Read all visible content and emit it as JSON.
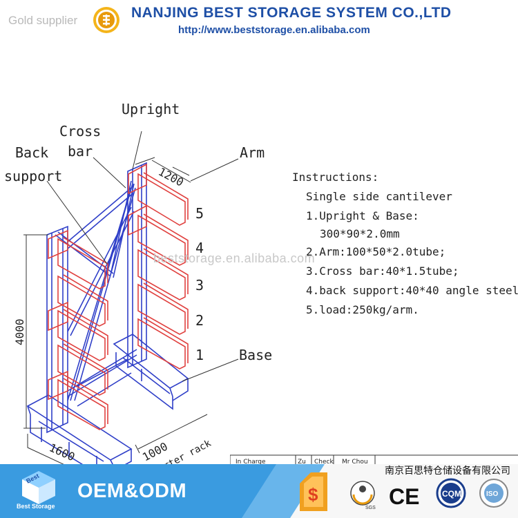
{
  "header": {
    "gold_supplier": "Gold supplier",
    "company": "NANJING BEST STORAGE SYSTEM CO.,LTD",
    "url": "http://www.beststorage.en.alibaba.com"
  },
  "drawing": {
    "labels": {
      "upright": "Upright",
      "cross": "Cross",
      "bar": "bar",
      "back": "Back",
      "support": "support",
      "arm": "Arm",
      "base": "Base",
      "dim_1200": "1200",
      "dim_4000": "4000",
      "dim_1600": "1600",
      "dim_1000": "1000",
      "side_text": "orter rack"
    },
    "levels": [
      "5",
      "4",
      "3",
      "2",
      "1"
    ]
  },
  "instructions": {
    "title": "Instructions:",
    "subtitle": "Single side cantilever",
    "items": [
      "1.Upright & Base:",
      "300*90*2.0mm",
      "2.Arm:100*50*2.0tube;",
      "3.Cross bar:40*1.5tube;",
      "4.back support:40*40 angle steel",
      "5.load:250kg/arm."
    ]
  },
  "watermark": "beststorage.en.alibaba.com",
  "title_block": {
    "col1": "In Charge",
    "col2": "Zu",
    "col3": "Check",
    "col4": "Mr Chou",
    "cn_company": "南京百思特仓储设备有限公司"
  },
  "footer": {
    "brand_small": "Best Storage",
    "logo_word": "Best",
    "oem": "OEM&ODM",
    "certs": [
      "SGS",
      "CE",
      "CQM",
      "ISO"
    ]
  },
  "colors": {
    "brand_blue": "#1e4fa6",
    "rack_blue": "#2f3fc8",
    "arm_red": "#e0413f",
    "footer_blue": "#2e8fd8",
    "gold": "#e8a010"
  }
}
